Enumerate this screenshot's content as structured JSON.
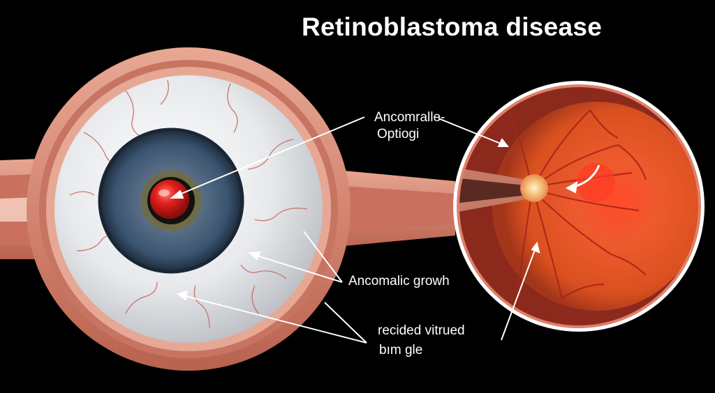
{
  "title": "Retinoblastoma disease",
  "labels": {
    "top_line1": "Ancomralle-",
    "top_line2": "Optiogi",
    "middle": "Ancomalic growh",
    "bottom_line1": "recided vitrued",
    "bottom_line2": "bım gle"
  },
  "colors": {
    "background": "#000000",
    "text": "#ffffff",
    "eyelid": "#d98f7c",
    "sclera": "#eef0f2",
    "iris": "#3b5570",
    "tumor_reflex": "#d81e1e",
    "fundus": "#e2552a",
    "vessel": "#b52a1c"
  }
}
